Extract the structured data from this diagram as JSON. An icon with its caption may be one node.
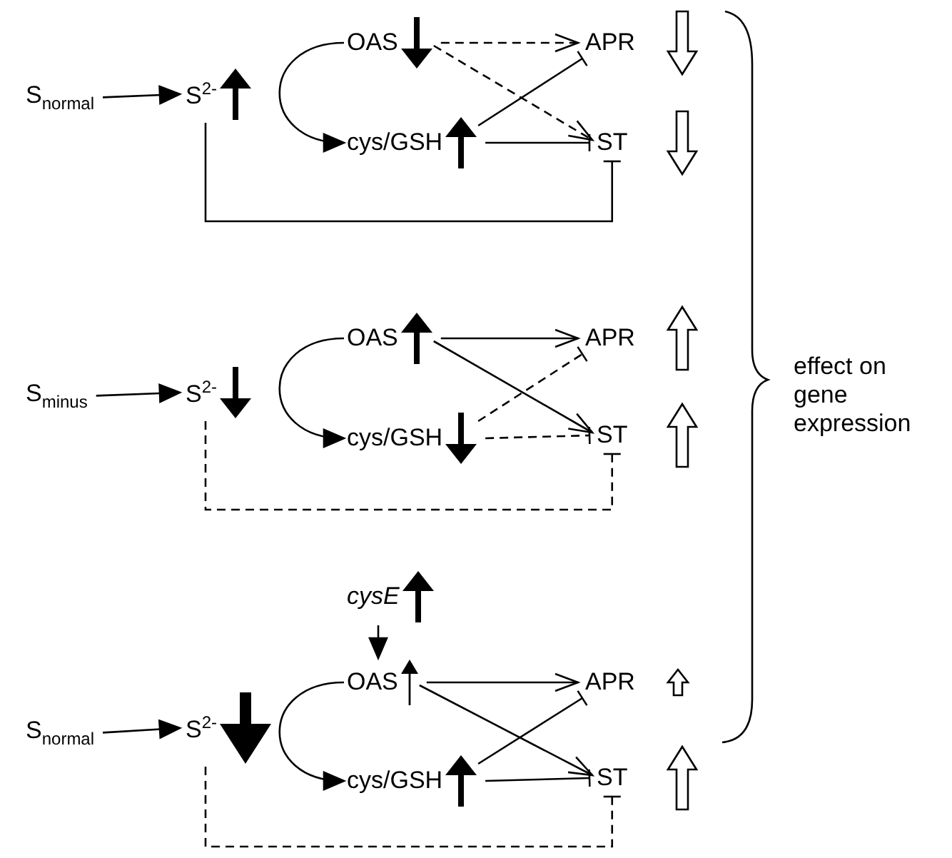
{
  "diagram": {
    "nodes": [
      {
        "text": [
          "S$_{normal}$"
        ]
      },
      {
        "text": [
          "S$^{2-}$"
        ]
      },
      {
        "text": [
          "OAS"
        ]
      },
      {
        "text": [
          "cys/GSH"
        ]
      },
      {
        "text": [
          "APR"
        ]
      },
      {
        "text": [
          "ST"
        ]
      },
      {
        "text": [
          "S$_{minus}$"
        ]
      },
      {
        "text": [
          "S$^{2-}$"
        ]
      },
      {
        "text": [
          "OAS"
        ]
      },
      {
        "text": [
          "cys/GSH"
        ]
      },
      {
        "text": [
          "APR"
        ]
      },
      {
        "text": [
          "ST"
        ]
      },
      {
        "text": [
          "S$_{normal}$"
        ]
      },
      {
        "text": [
          "S$^{2-}$"
        ]
      },
      {
        "text": [
          "cysE"
        ]
      },
      {
        "text": [
          "OAS"
        ]
      },
      {
        "text": [
          "cys/GSH"
        ]
      },
      {
        "text": [
          "APR"
        ]
      },
      {
        "text": [
          "ST"
        ]
      }
    ],
    "edges": [
      {
        "from": 0,
        "to": 1,
        "arrow": "to"
      },
      {
        "from": 2,
        "to": 3,
        "arrow": "to"
      },
      {
        "from": 2,
        "to": 4,
        "arrow": "to",
        "style": "dashed"
      },
      {
        "from": 2,
        "to": 5,
        "arrow": "to",
        "style": "dashed"
      },
      {
        "from": 3,
        "to": 4,
        "arrow": "other"
      },
      {
        "from": 3,
        "to": 5,
        "arrow": "other"
      },
      {
        "from": 1,
        "to": 5,
        "arrow": "other"
      },
      {
        "from": 6,
        "to": 7,
        "arrow": "to"
      },
      {
        "from": 8,
        "to": 9,
        "arrow": "to"
      },
      {
        "from": 8,
        "to": 10,
        "arrow": "to"
      },
      {
        "from": 8,
        "to": 11,
        "arrow": "to"
      },
      {
        "from": 9,
        "to": 10,
        "arrow": "other",
        "style": "dashed"
      },
      {
        "from": 9,
        "to": 11,
        "arrow": "other",
        "style": "dashed"
      },
      {
        "from": 7,
        "to": 11,
        "arrow": "other",
        "style": "dashed"
      },
      {
        "from": 12,
        "to": 13,
        "arrow": "to"
      },
      {
        "from": 14,
        "to": 15,
        "arrow": "to"
      },
      {
        "from": 15,
        "to": 16,
        "arrow": "to"
      },
      {
        "from": 15,
        "to": 17,
        "arrow": "to"
      },
      {
        "from": 15,
        "to": 18,
        "arrow": "to"
      },
      {
        "from": 16,
        "to": 17,
        "arrow": "other"
      },
      {
        "from": 16,
        "to": 18,
        "arrow": "other"
      },
      {
        "from": 13,
        "to": 18,
        "arrow": "other",
        "style": "dashed"
      }
    ],
    "labels": [
      "effect on gene expression"
    ]
  }
}
